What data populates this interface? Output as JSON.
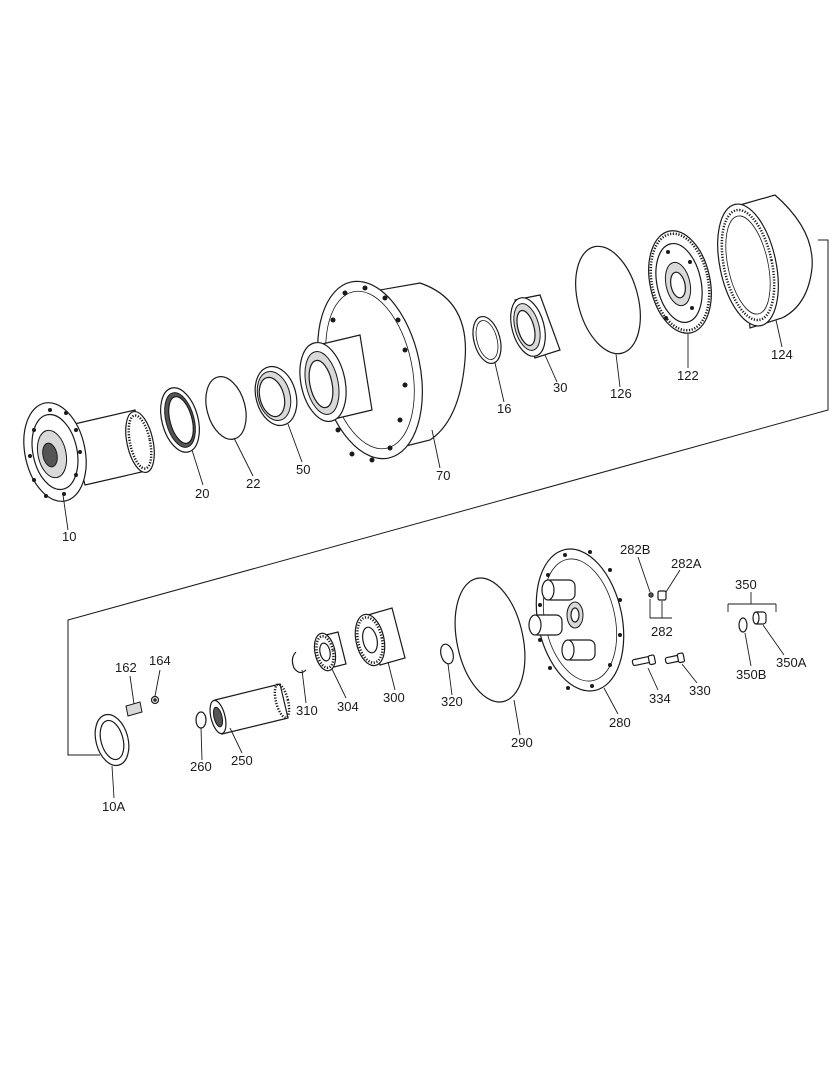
{
  "callouts": {
    "p10": "10",
    "p20": "20",
    "p22": "22",
    "p50": "50",
    "p70": "70",
    "p16": "16",
    "p30": "30",
    "p126": "126",
    "p122": "122",
    "p124": "124",
    "p282b": "282B",
    "p282a": "282A",
    "p282": "282",
    "p350": "350",
    "p350a": "350A",
    "p350b": "350B",
    "p162": "162",
    "p164": "164",
    "p310": "310",
    "p304": "304",
    "p300": "300",
    "p320": "320",
    "p290": "290",
    "p280": "280",
    "p334": "334",
    "p330": "330",
    "p260": "260",
    "p250": "250",
    "p10a": "10A"
  }
}
